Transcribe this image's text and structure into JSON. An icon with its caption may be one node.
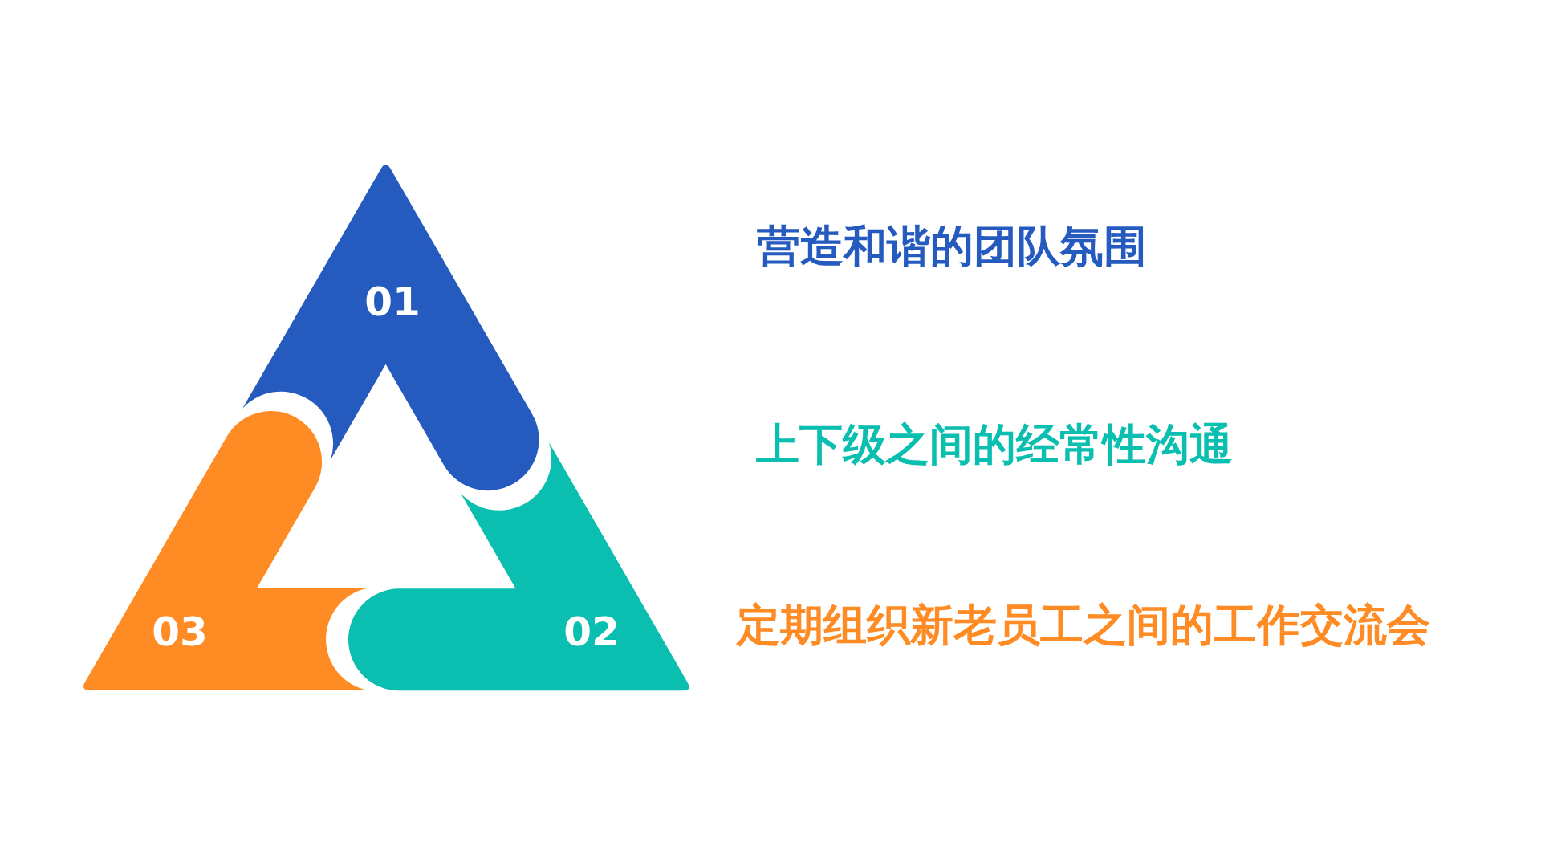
{
  "diagram": {
    "nodes": [
      {
        "text": [
          "01"
        ]
      },
      {
        "text": [
          "02"
        ]
      },
      {
        "text": [
          "03"
        ]
      }
    ],
    "labels": [
      "营造和谐的团队氛围",
      "上下级之间的经常性沟通",
      "定期组织新老员工之间的工作交流会"
    ]
  }
}
